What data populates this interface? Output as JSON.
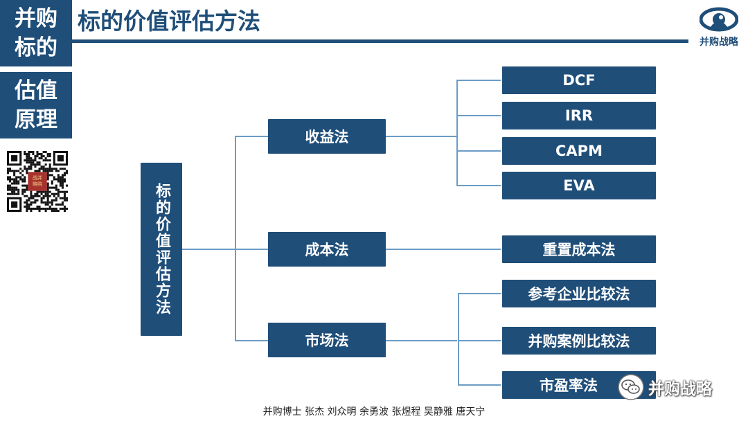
{
  "sidebar": {
    "top_label": "并购\n标的",
    "bottom_label": "估值\n原理"
  },
  "header": {
    "title": "标的价值评估方法",
    "brand_name": "并购战略",
    "qr_badge_text": "战并\n略购"
  },
  "diagram": {
    "root": "标的价值评估方法",
    "branches": [
      {
        "label": "收益法",
        "children": [
          "DCF",
          "IRR",
          "CAPM",
          "EVA"
        ]
      },
      {
        "label": "成本法",
        "children": [
          "重置成本法"
        ]
      },
      {
        "label": "市场法",
        "children": [
          "参考企业比较法",
          "并购案例比较法",
          "市盈率法"
        ]
      }
    ]
  },
  "footer": {
    "credits": "并购博士 张杰 刘众明 余勇波 张煜程 吴静雅 唐天宁"
  },
  "watermark": {
    "name": "并购战略",
    "icon": "wechat-icon"
  },
  "colors": {
    "primary": "#1f4e79",
    "connector": "#6b9cc5",
    "text_on_primary": "#ffffff"
  }
}
